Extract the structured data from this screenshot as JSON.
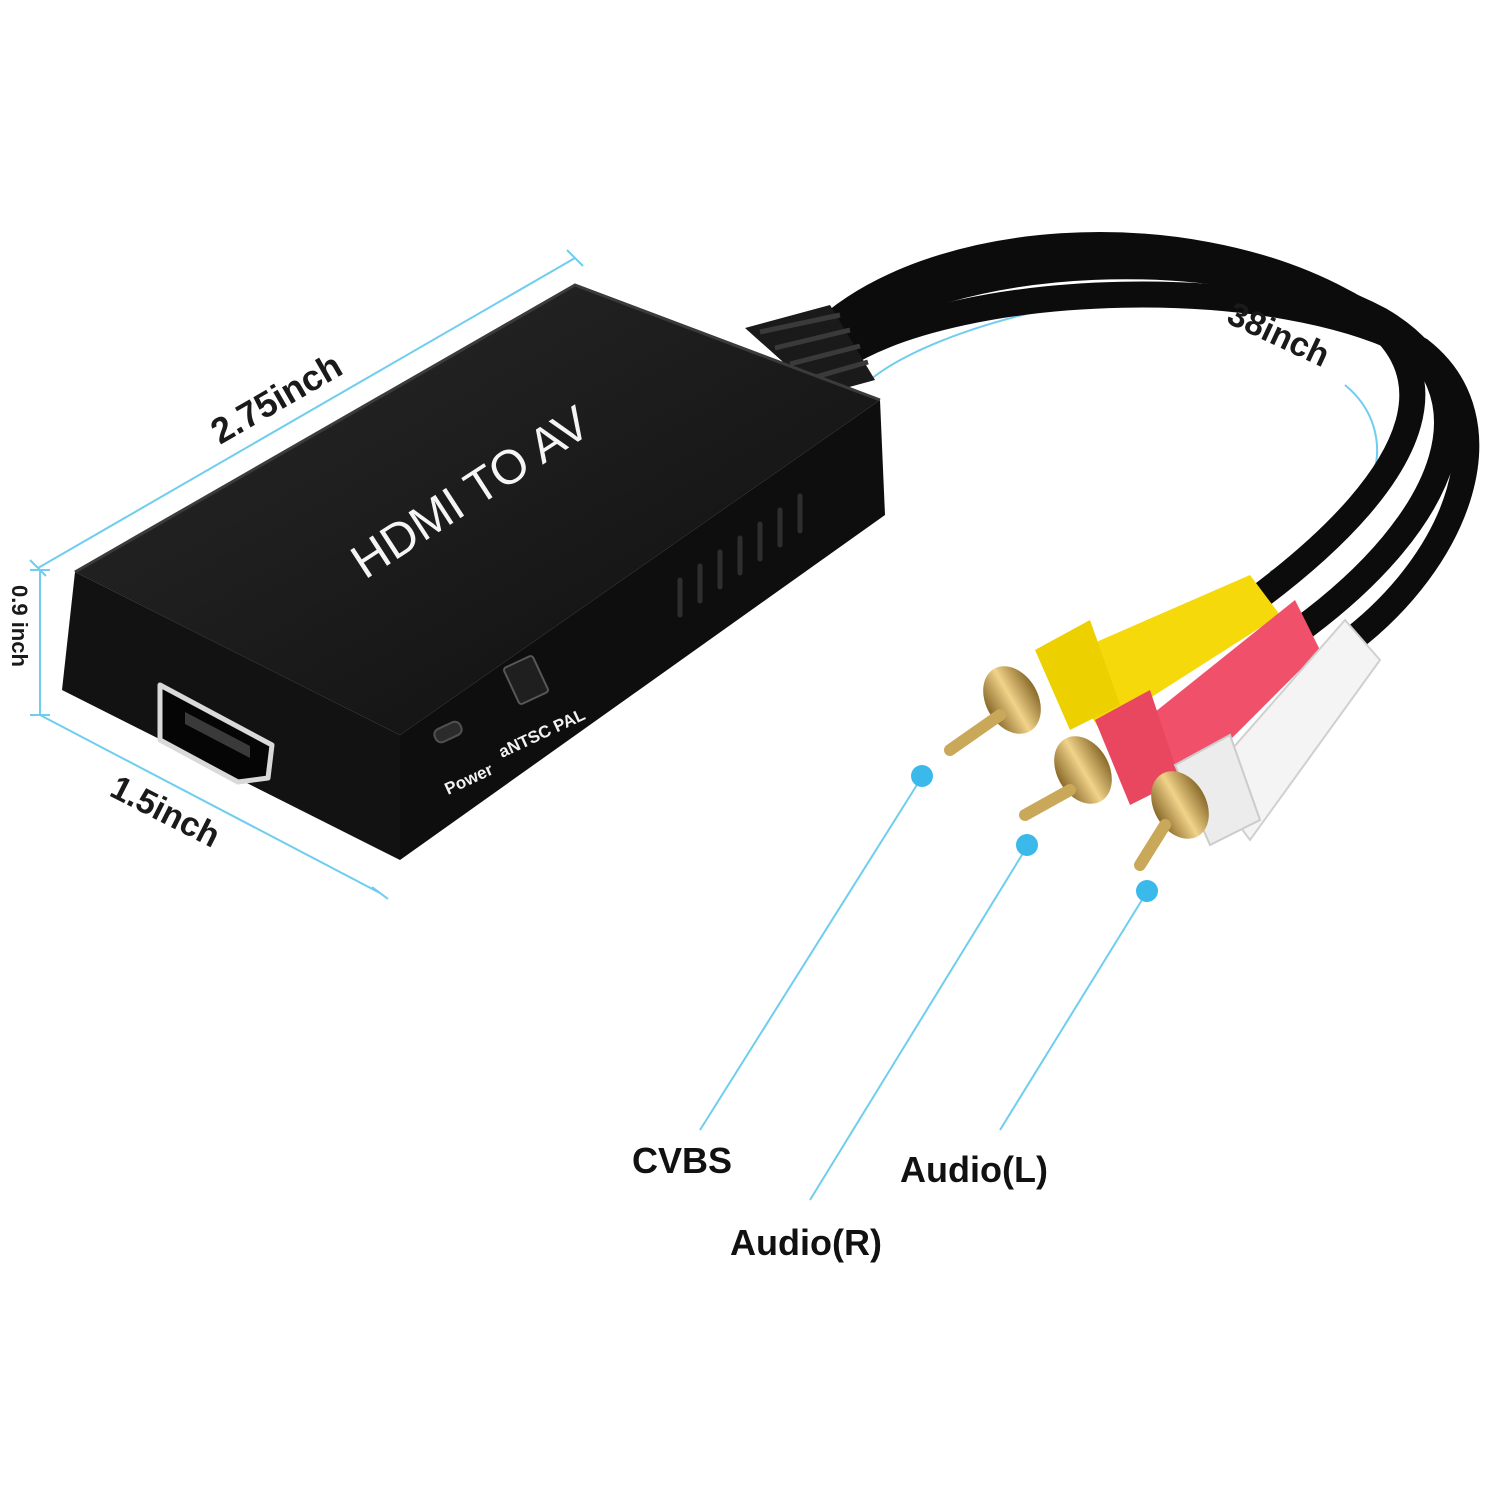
{
  "device": {
    "label": "HDMI TO AV",
    "power_label": "Power",
    "switch_label": "aNTSC PAL",
    "body_color": "#141414"
  },
  "dimensions": {
    "length": "2.75inch",
    "height": "0.9 inch",
    "width": "1.5inch",
    "cable": "38inch",
    "line_color": "#6fcdef"
  },
  "connectors": [
    {
      "label": "CVBS",
      "color": "#f5d90a"
    },
    {
      "label": "Audio(R)",
      "color": "#f0506a"
    },
    {
      "label": "Audio(L)",
      "color": "#f4f4f4"
    }
  ]
}
